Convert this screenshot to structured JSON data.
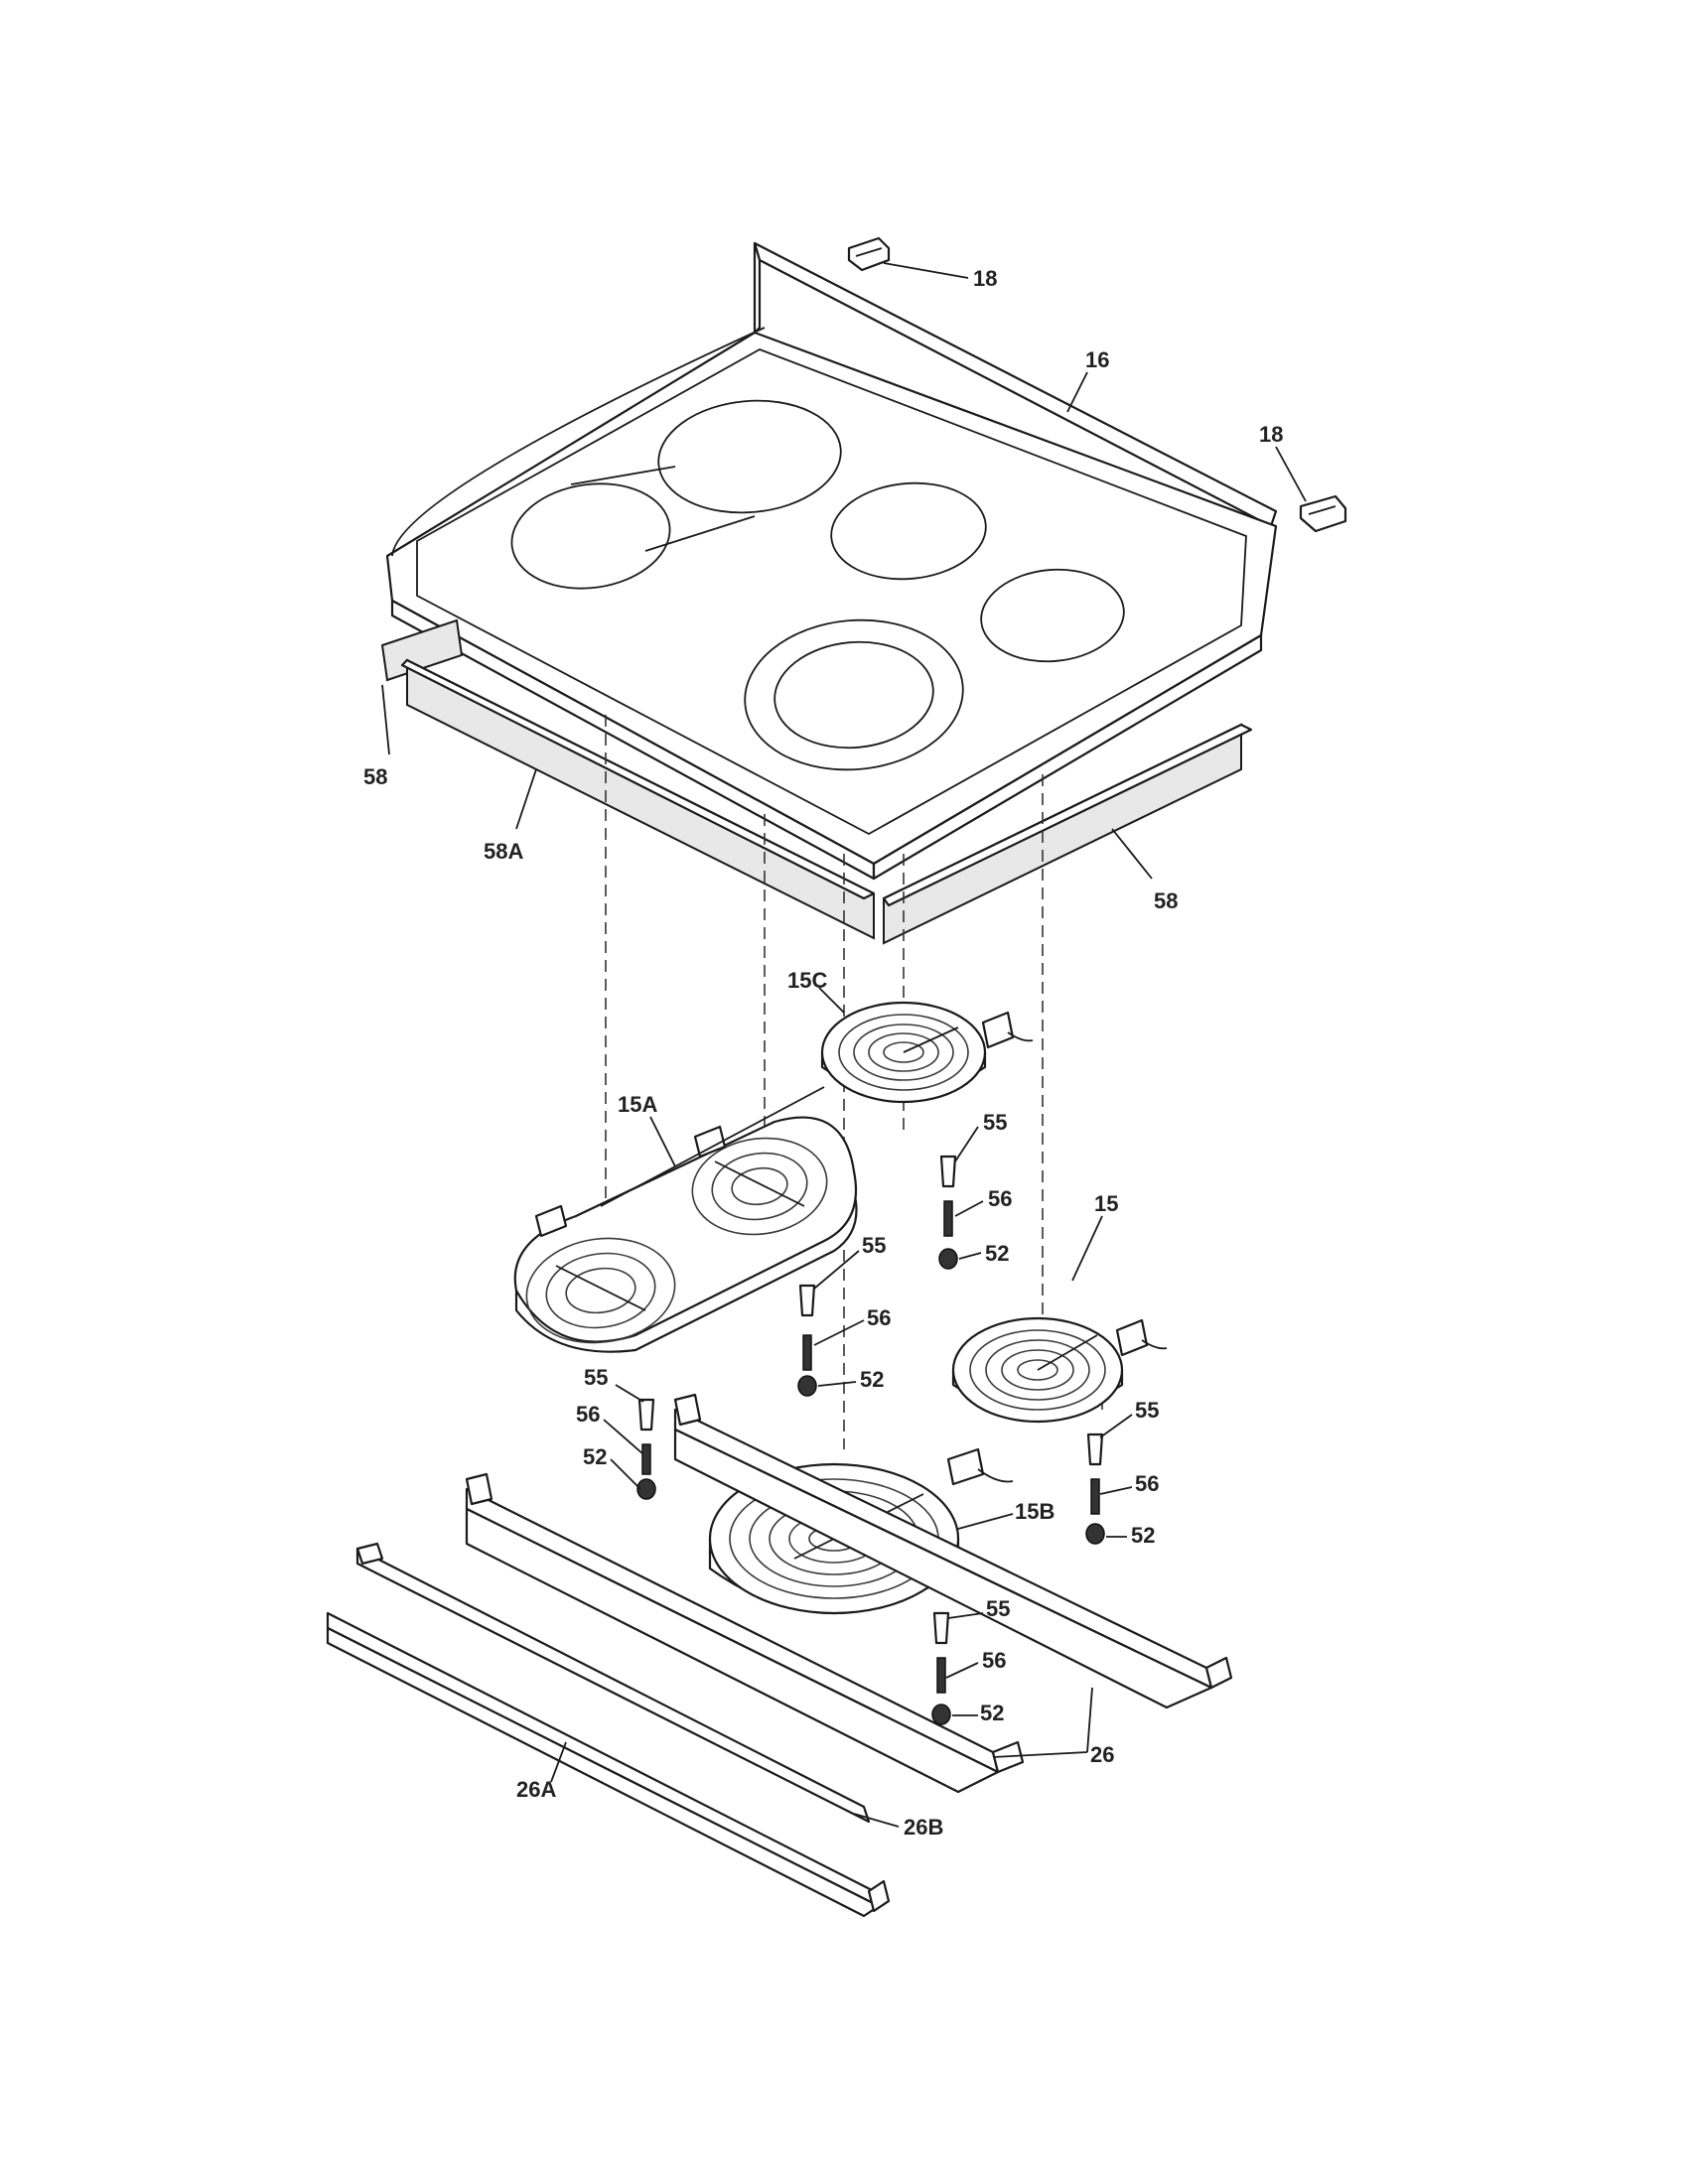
{
  "labels": {
    "p18a": "18",
    "p16": "16",
    "p18b": "18",
    "p58a": "58",
    "p58A": "58A",
    "p58b": "58",
    "p15C": "15C",
    "p15A": "15A",
    "p55a": "55",
    "p56a": "56",
    "p52a": "52",
    "p15": "15",
    "p55b": "55",
    "p56b": "56",
    "p52b": "52",
    "p55c": "55",
    "p56c": "56",
    "p52c": "52",
    "p55d": "55",
    "p56d": "56",
    "p52d": "52",
    "p15B": "15B",
    "p55e": "55",
    "p56e": "56",
    "p52e": "52",
    "p26": "26",
    "p26A": "26A",
    "p26B": "26B"
  }
}
